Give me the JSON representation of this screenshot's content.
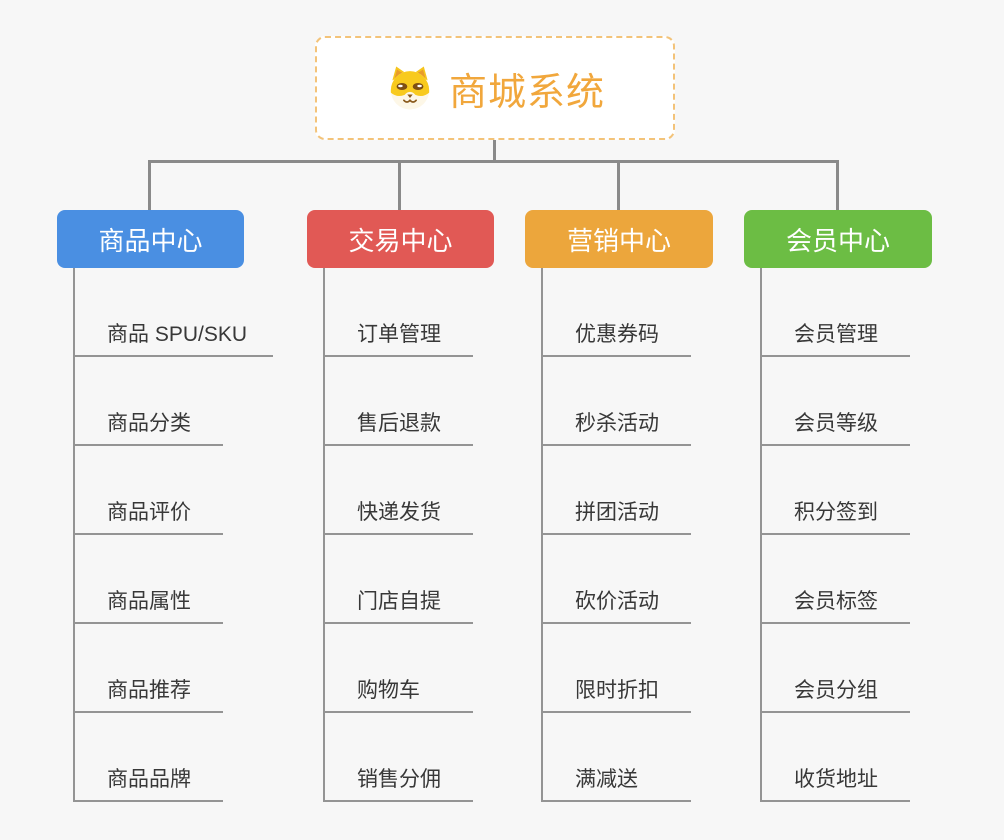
{
  "page": {
    "background_color": "#f7f7f7",
    "connector_color": "#8a8a8a",
    "subline_color": "#949494"
  },
  "root": {
    "title": "商城系统",
    "icon": "dog-face-icon",
    "title_color": "#f1a73c",
    "border_color": "#f3c379"
  },
  "branches": [
    {
      "label": "商品中心",
      "color": "#4a8fe2",
      "items": [
        "商品 SPU/SKU",
        "商品分类",
        "商品评价",
        "商品属性",
        "商品推荐",
        "商品品牌"
      ]
    },
    {
      "label": "交易中心",
      "color": "#e15955",
      "items": [
        "订单管理",
        "售后退款",
        "快递发货",
        "门店自提",
        "购物车",
        "销售分佣"
      ]
    },
    {
      "label": "营销中心",
      "color": "#eca63c",
      "items": [
        "优惠券码",
        "秒杀活动",
        "拼团活动",
        "砍价活动",
        "限时折扣",
        "满减送"
      ]
    },
    {
      "label": "会员中心",
      "color": "#6cbd44",
      "items": [
        "会员管理",
        "会员等级",
        "积分签到",
        "会员标签",
        "会员分组",
        "收货地址"
      ]
    }
  ]
}
